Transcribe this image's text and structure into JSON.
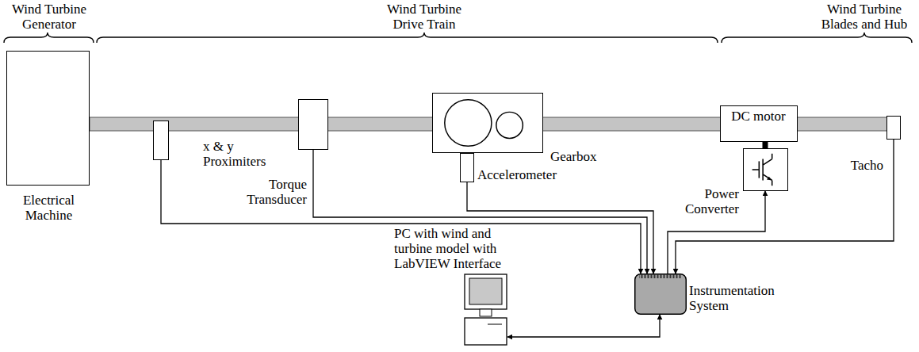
{
  "diagram": {
    "nodes": [
      {
        "text": [
          "Electrical Machine"
        ]
      },
      {
        "text": [
          "x & y Proximiters"
        ]
      },
      {
        "text": [
          "Torque Transducer"
        ]
      },
      {
        "text": [
          "Gearbox"
        ]
      },
      {
        "text": [
          "Accelerometer"
        ]
      },
      {
        "text": [
          "DC motor"
        ]
      },
      {
        "text": [
          "Power Converter"
        ]
      },
      {
        "text": [
          "Tacho"
        ]
      },
      {
        "text": [
          "PC with wind and turbine model with LabVIEW Interface"
        ]
      },
      {
        "text": [
          "Instrumentation System"
        ]
      }
    ],
    "edges": [
      {
        "from": 1,
        "to": 9,
        "arrow": "to"
      },
      {
        "from": 2,
        "to": 9,
        "arrow": "to"
      },
      {
        "from": 4,
        "to": 9,
        "arrow": "to"
      },
      {
        "from": 5,
        "to": 6,
        "arrow": "none"
      },
      {
        "from": 9,
        "to": 6,
        "arrow": "to"
      },
      {
        "from": 7,
        "to": 9,
        "arrow": "to"
      },
      {
        "from": 9,
        "to": 8,
        "arrow": "both"
      }
    ],
    "labels": [
      "Wind Turbine Generator",
      "Wind Turbine Drive Train",
      "Wind Turbine Blades and Hub"
    ]
  }
}
